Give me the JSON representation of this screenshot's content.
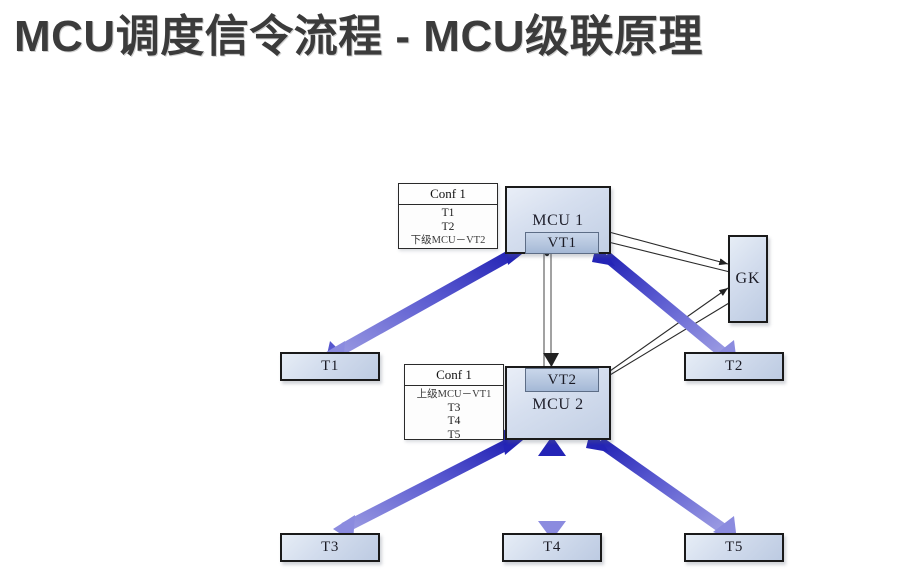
{
  "slide": {
    "title": "MCU调度信令流程 - MCU级联原理",
    "background_color": "#ffffff",
    "title_color": "#3b3b3b"
  },
  "diagram": {
    "type": "network-topology",
    "accent_arrow_color": "#2b2bbf",
    "accent_arrow_color_light": "#8c8ce0",
    "thin_arrow_color": "#2a2a2a",
    "node_fill": "#d2dced",
    "node_border": "#1a1a1a",
    "nodes": {
      "mcu1": {
        "label": "MCU 1",
        "vt_label": "VT1"
      },
      "mcu2": {
        "label": "MCU 2",
        "vt_label": "VT2"
      },
      "gk": {
        "label": "GK"
      },
      "terminals": [
        {
          "id": "t1",
          "label": "T1"
        },
        {
          "id": "t2",
          "label": "T2"
        },
        {
          "id": "t3",
          "label": "T3"
        },
        {
          "id": "t4",
          "label": "T4"
        },
        {
          "id": "t5",
          "label": "T5"
        }
      ]
    },
    "conf_tables": [
      {
        "id": "conf-upper",
        "header": "Conf 1",
        "rows": [
          "T1",
          "T2",
          "下级MCU－VT2"
        ]
      },
      {
        "id": "conf-lower",
        "header": "Conf 1",
        "rows": [
          "上级MCU－VT1",
          "T3",
          "T4",
          "T5"
        ]
      }
    ],
    "links": [
      {
        "from": "mcu1",
        "to": "t1",
        "style": "thick",
        "heads": "both"
      },
      {
        "from": "mcu1",
        "to": "t2",
        "style": "thick",
        "heads": "both"
      },
      {
        "from": "mcu2",
        "to": "t3",
        "style": "thick",
        "heads": "both"
      },
      {
        "from": "mcu2",
        "to": "t4",
        "style": "thick",
        "heads": "both"
      },
      {
        "from": "mcu2",
        "to": "t5",
        "style": "thick",
        "heads": "both"
      },
      {
        "from": "vt1",
        "to": "vt2",
        "style": "thin-double",
        "heads": "down"
      },
      {
        "from": "vt1",
        "to": "gk",
        "style": "thin",
        "heads": "to"
      },
      {
        "from": "gk",
        "to": "vt1",
        "style": "thin",
        "heads": "to"
      },
      {
        "from": "mcu2",
        "to": "gk",
        "style": "thin",
        "heads": "to"
      },
      {
        "from": "gk",
        "to": "vt2",
        "style": "thin",
        "heads": "to"
      }
    ]
  }
}
